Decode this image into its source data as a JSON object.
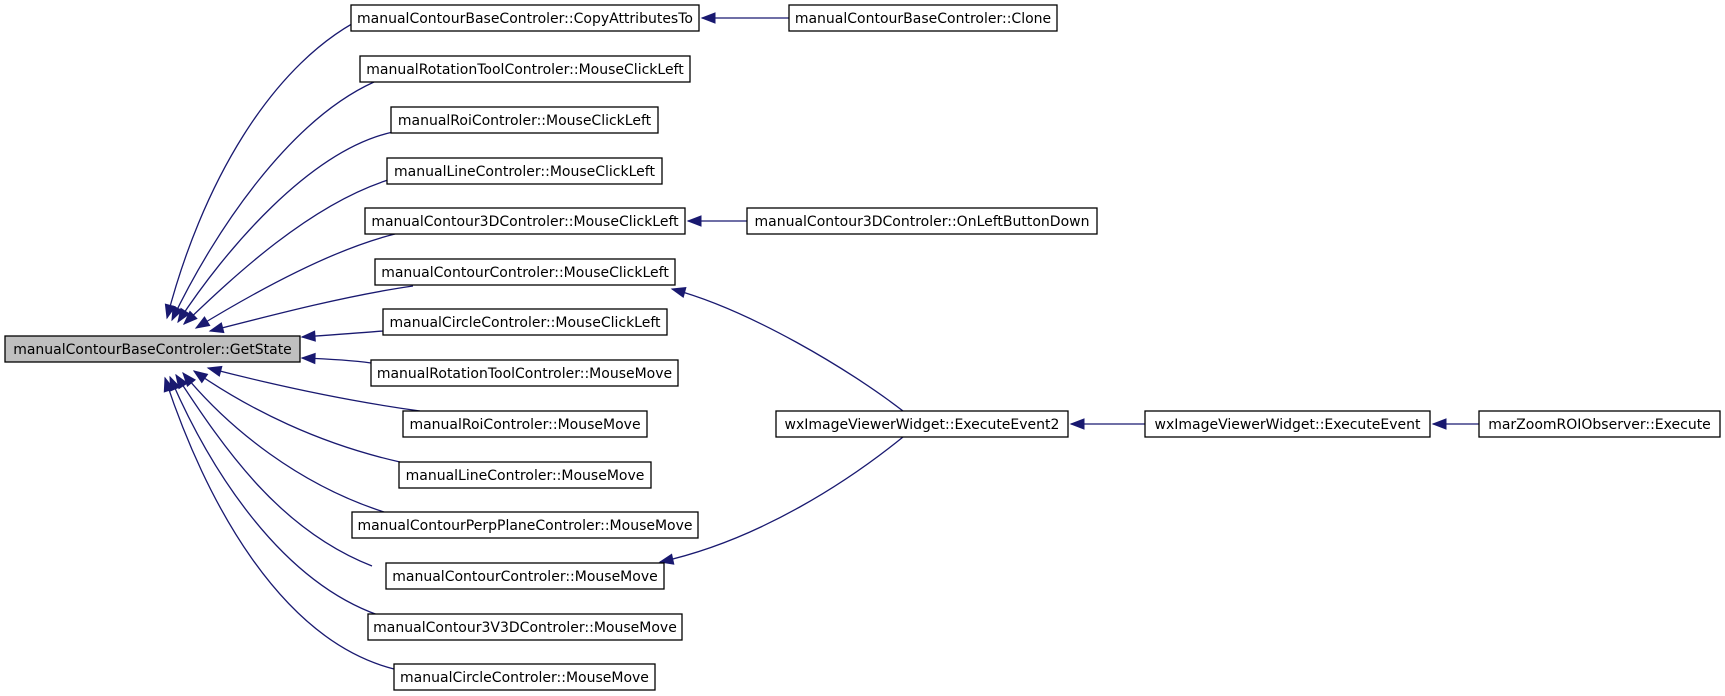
{
  "diagram": {
    "root": {
      "id": "getstate",
      "label": "manualContourBaseControler::GetState"
    },
    "nodes": [
      {
        "id": "copyattr",
        "label": "manualContourBaseControler::CopyAttributesTo"
      },
      {
        "id": "clone",
        "label": "manualContourBaseControler::Clone"
      },
      {
        "id": "rot_click",
        "label": "manualRotationToolControler::MouseClickLeft"
      },
      {
        "id": "roi_click",
        "label": "manualRoiControler::MouseClickLeft"
      },
      {
        "id": "line_click",
        "label": "manualLineControler::MouseClickLeft"
      },
      {
        "id": "c3d_click",
        "label": "manualContour3DControler::MouseClickLeft"
      },
      {
        "id": "c3d_onleft",
        "label": "manualContour3DControler::OnLeftButtonDown"
      },
      {
        "id": "contour_click",
        "label": "manualContourControler::MouseClickLeft"
      },
      {
        "id": "circle_click",
        "label": "manualCircleControler::MouseClickLeft"
      },
      {
        "id": "rot_move",
        "label": "manualRotationToolControler::MouseMove"
      },
      {
        "id": "roi_move",
        "label": "manualRoiControler::MouseMove"
      },
      {
        "id": "line_move",
        "label": "manualLineControler::MouseMove"
      },
      {
        "id": "perp_move",
        "label": "manualContourPerpPlaneControler::MouseMove"
      },
      {
        "id": "contour_move",
        "label": "manualContourControler::MouseMove"
      },
      {
        "id": "c3v3d_move",
        "label": "manualContour3V3DControler::MouseMove"
      },
      {
        "id": "circle_move",
        "label": "manualCircleControler::MouseMove"
      },
      {
        "id": "exec2",
        "label": "wxImageViewerWidget::ExecuteEvent2"
      },
      {
        "id": "exec",
        "label": "wxImageViewerWidget::ExecuteEvent"
      },
      {
        "id": "marzoom",
        "label": "marZoomROIObserver::Execute"
      }
    ],
    "edges": [
      {
        "from": "copyattr",
        "to": "getstate"
      },
      {
        "from": "rot_click",
        "to": "getstate"
      },
      {
        "from": "roi_click",
        "to": "getstate"
      },
      {
        "from": "line_click",
        "to": "getstate"
      },
      {
        "from": "c3d_click",
        "to": "getstate"
      },
      {
        "from": "contour_click",
        "to": "getstate"
      },
      {
        "from": "circle_click",
        "to": "getstate"
      },
      {
        "from": "rot_move",
        "to": "getstate"
      },
      {
        "from": "roi_move",
        "to": "getstate"
      },
      {
        "from": "line_move",
        "to": "getstate"
      },
      {
        "from": "perp_move",
        "to": "getstate"
      },
      {
        "from": "contour_move",
        "to": "getstate"
      },
      {
        "from": "c3v3d_move",
        "to": "getstate"
      },
      {
        "from": "circle_move",
        "to": "getstate"
      },
      {
        "from": "clone",
        "to": "copyattr"
      },
      {
        "from": "c3d_onleft",
        "to": "c3d_click"
      },
      {
        "from": "exec2",
        "to": "contour_click"
      },
      {
        "from": "exec2",
        "to": "contour_move"
      },
      {
        "from": "exec",
        "to": "exec2"
      },
      {
        "from": "marzoom",
        "to": "exec"
      }
    ],
    "colors": {
      "edge": "#191970",
      "root_fill": "#bfbfbf",
      "node_fill": "#ffffff",
      "border": "#000000"
    }
  }
}
